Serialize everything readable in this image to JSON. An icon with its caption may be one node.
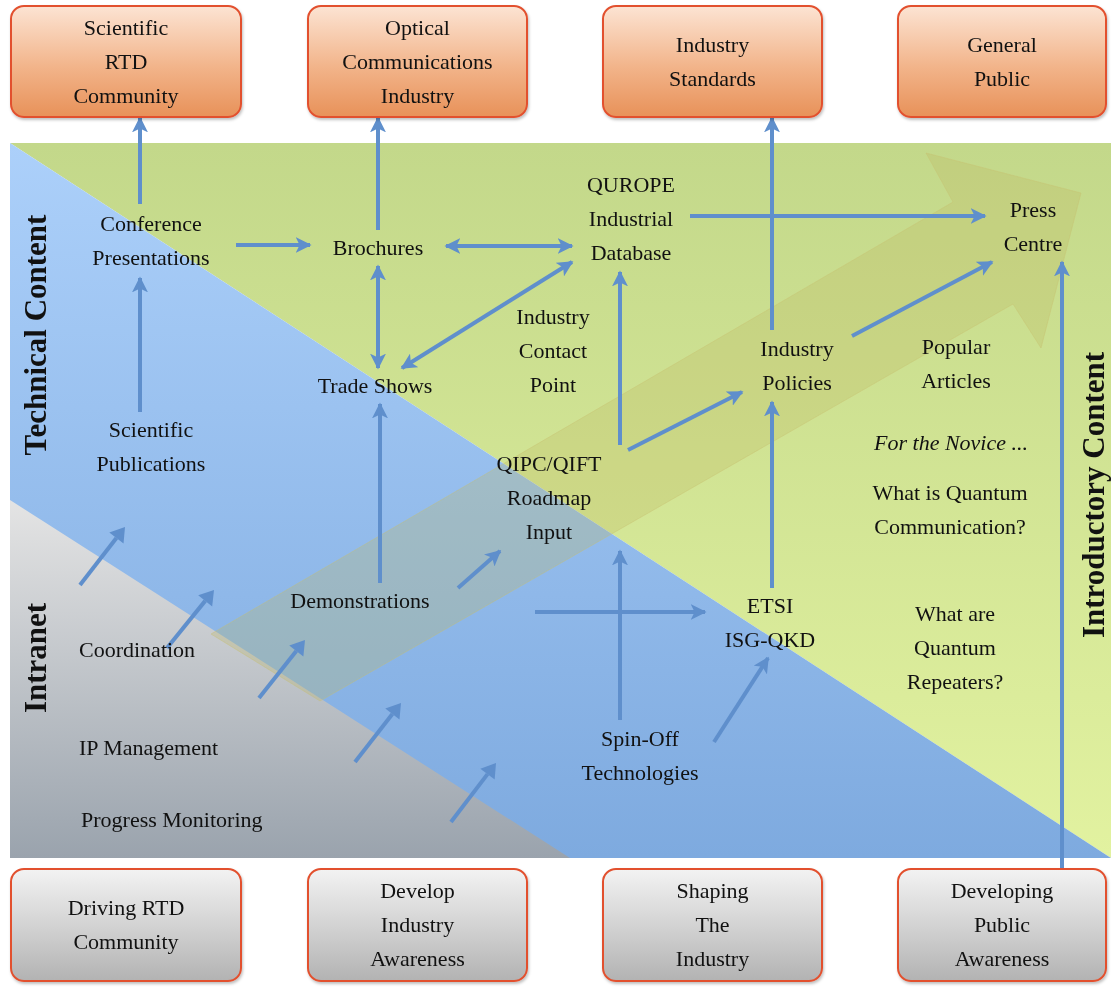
{
  "diagram": {
    "nodes": [
      {
        "text": [
          "Scientific RTD Community"
        ]
      },
      {
        "text": [
          "Optical Communications Industry"
        ]
      },
      {
        "text": [
          "Industry Standards"
        ]
      },
      {
        "text": [
          "General Public"
        ]
      },
      {
        "text": [
          "Conference Presentations"
        ]
      },
      {
        "text": [
          "Brochures"
        ]
      },
      {
        "text": [
          "QUROPE Industrial Database"
        ]
      },
      {
        "text": [
          "Press Centre"
        ]
      },
      {
        "text": [
          "Trade Shows"
        ]
      },
      {
        "text": [
          "Industry Policies"
        ]
      },
      {
        "text": [
          "Scientific Publications"
        ]
      },
      {
        "text": [
          "QIPC/QIFT Roadmap Input"
        ]
      },
      {
        "text": [
          "Demonstrations"
        ]
      },
      {
        "text": [
          "ETSI ISG-QKD"
        ]
      },
      {
        "text": [
          "Spin-Off Technologies"
        ]
      },
      {
        "text": [
          "Driving RTD Community"
        ]
      },
      {
        "text": [
          "Develop Industry Awareness"
        ]
      },
      {
        "text": [
          "Shaping The Industry"
        ]
      },
      {
        "text": [
          "Developing Public Awareness"
        ]
      }
    ],
    "edges": [
      {
        "from": 4,
        "to": 0,
        "arrow": "to"
      },
      {
        "from": 5,
        "to": 1,
        "arrow": "to"
      },
      {
        "from": 4,
        "to": 5,
        "arrow": "to"
      },
      {
        "from": 5,
        "to": 6,
        "arrow": "both"
      },
      {
        "from": 5,
        "to": 8,
        "arrow": "both"
      },
      {
        "from": 8,
        "to": 6,
        "arrow": "both"
      },
      {
        "from": 6,
        "to": 7,
        "arrow": "to"
      },
      {
        "from": 9,
        "to": 2,
        "arrow": "to"
      },
      {
        "from": 9,
        "to": 7,
        "arrow": "to"
      },
      {
        "from": 18,
        "to": 7,
        "arrow": "to"
      },
      {
        "from": 10,
        "to": 4,
        "arrow": "to"
      },
      {
        "from": 11,
        "to": 6,
        "arrow": "to"
      },
      {
        "from": 11,
        "to": 9,
        "arrow": "to"
      },
      {
        "from": 12,
        "to": 8,
        "arrow": "to"
      },
      {
        "from": 12,
        "to": 11,
        "arrow": "to"
      },
      {
        "from": 14,
        "to": 11,
        "arrow": "to"
      },
      {
        "from": null,
        "to": 13,
        "arrow": "to"
      },
      {
        "from": 14,
        "to": 13,
        "arrow": "to"
      },
      {
        "from": 13,
        "to": 9,
        "arrow": "to"
      },
      {
        "from": null,
        "to": 7,
        "arrow": "to",
        "style": "thick"
      }
    ],
    "labels": [
      "Technical Content",
      "Industry Contact Point",
      "Popular Articles",
      "For the Novice ...",
      "What is Quantum Communication?",
      "Introductory Content",
      "What are Quantum Repeaters?",
      "Intranet",
      "Coordination",
      "IP Management",
      "Progress Monitoring"
    ]
  }
}
